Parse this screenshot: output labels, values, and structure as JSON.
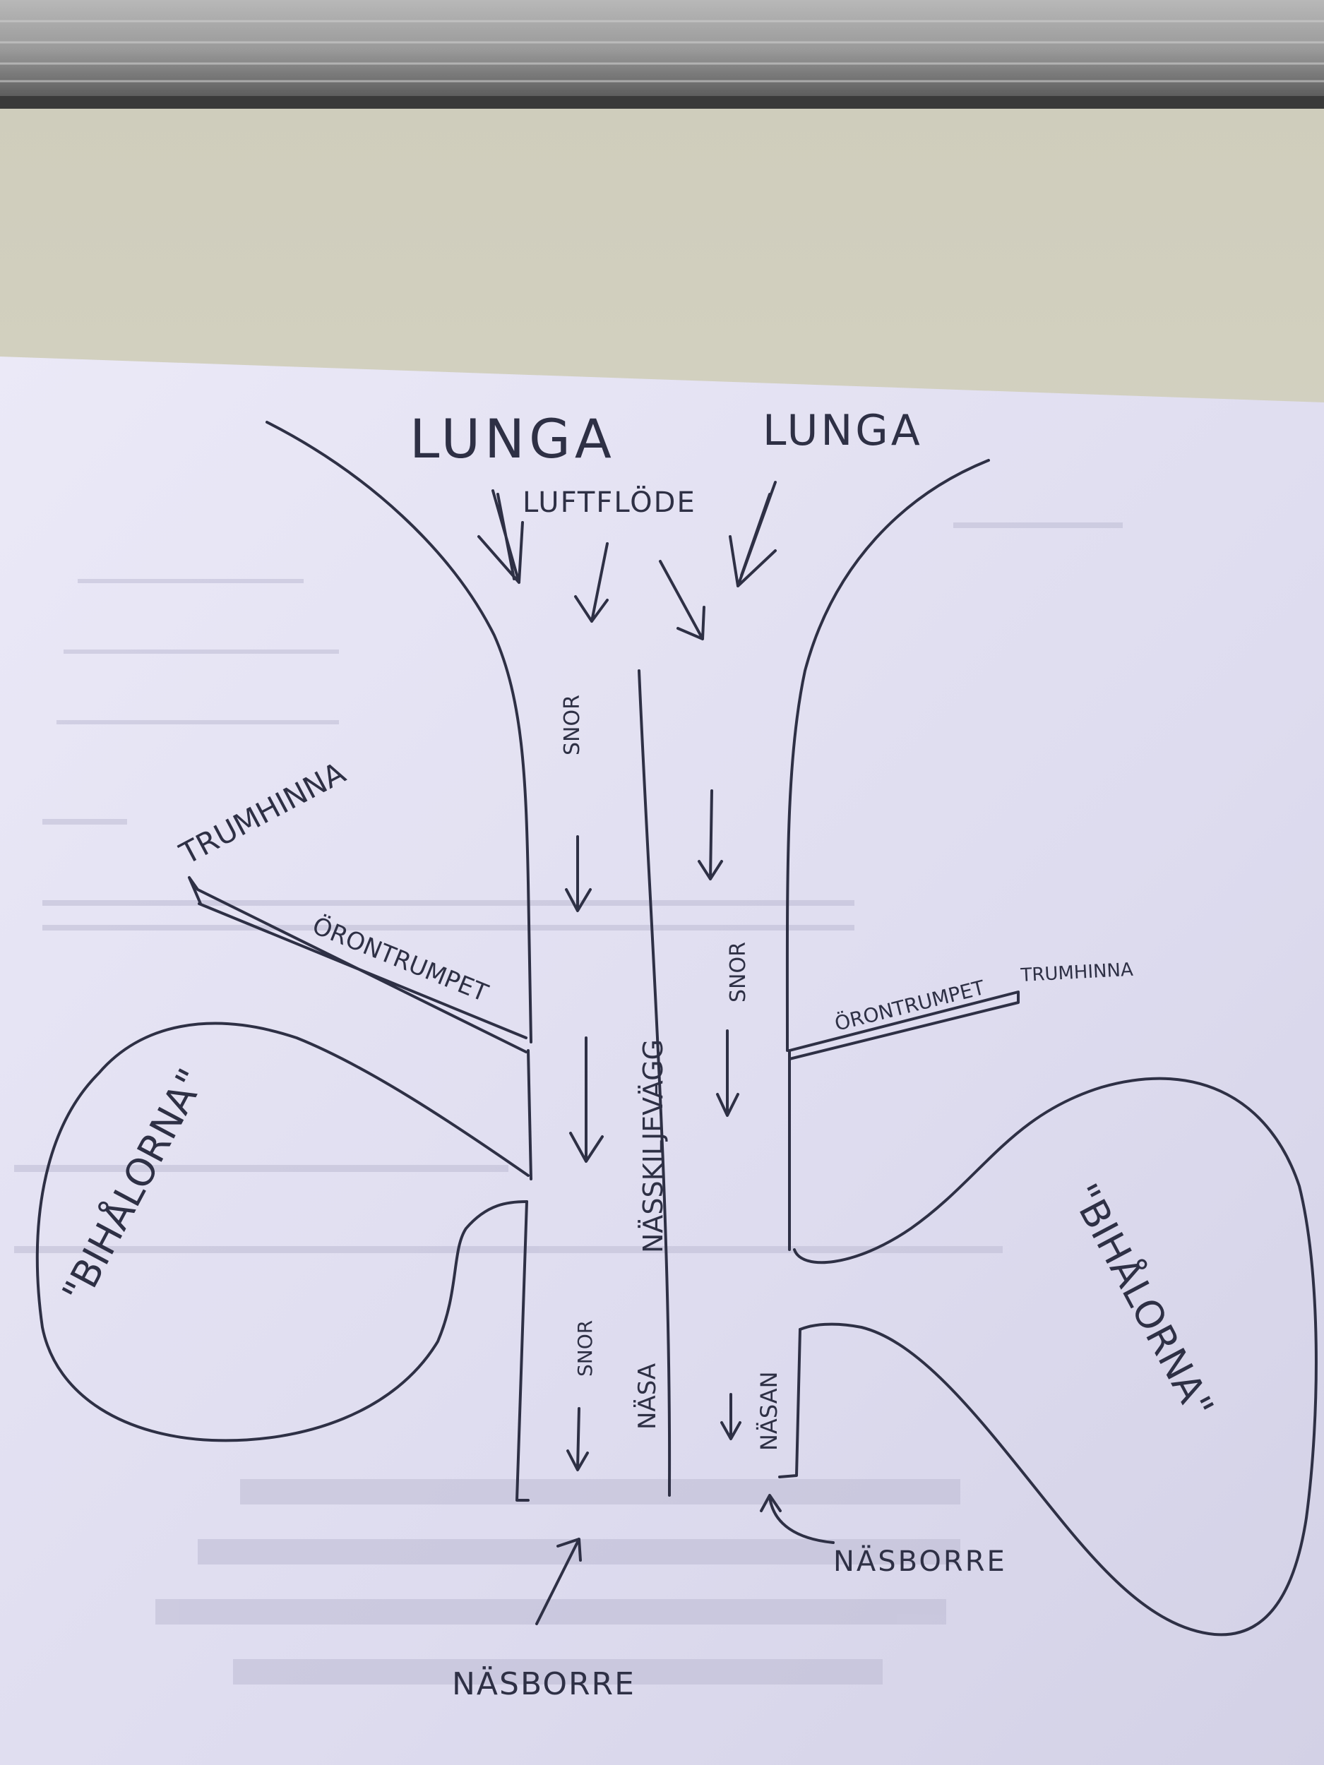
{
  "labels": {
    "lunga_left": "LUNGA",
    "lunga_right": "LUNGA",
    "luftflode": "LUFTFLÖDE",
    "snor_top": "SNOR",
    "snor_middle": "SNOR",
    "snor_bottom": "SNOR",
    "trumhinna_left": "TRUMHINNA",
    "trumhinna_right": "TRUMHINNA",
    "oronstrumpet_left": "ÖRONTRUMPET",
    "oronstrumpet_right": "ÖRONTRUMPET",
    "bihalorna_left": "\"BIHÅLORNA\"",
    "bihalorna_right": "\"BIHÅLORNA\"",
    "nasskiljevagg": "NÄSSKILJEVÄGG",
    "nasa": "NÄSA",
    "nasan": "NÄSAN",
    "nasborre_left": "NÄSBORRE",
    "nasborre_right": "NÄSBORRE"
  },
  "colors": {
    "ink": "#2e3045",
    "paper": "#e4e2f2",
    "wall": "#d8d6c6",
    "blind": "#6f6f6f"
  }
}
